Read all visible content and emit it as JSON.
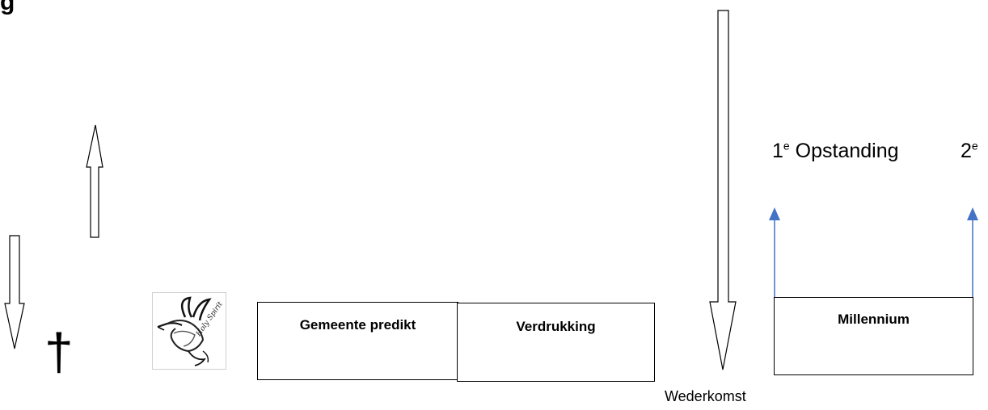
{
  "title": "g",
  "icons": {
    "cross": "latin-cross",
    "dove": "holy-spirit-dove",
    "descend": "hollow-arrow-down",
    "ascend": "hollow-arrow-up"
  },
  "cross_glyph": "†",
  "dove_caption": "Holy Spirit",
  "periods": {
    "church": "Gemeente predikt",
    "tribulation": "Verdrukking",
    "millennium": "Millennium"
  },
  "wederkomst": "Wederkomst",
  "resurrections": {
    "first_number": "1",
    "first_superscript": "e",
    "first_word": "Opstanding",
    "second_number": "2",
    "second_superscript": "e"
  },
  "colors": {
    "line": "#000000",
    "resurrection_arrow": "#4472c4"
  }
}
